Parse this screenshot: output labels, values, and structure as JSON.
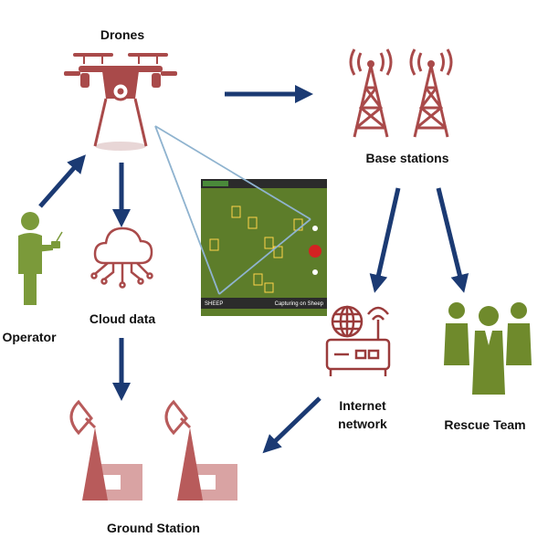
{
  "colors": {
    "drone": "#a94a4a",
    "tower": "#a94a4a",
    "ground": "#b85b5b",
    "ground_light": "#d9a3a3",
    "router": "#9a3b3b",
    "people": "#6f8a2c",
    "operator": "#7b9a3a",
    "arrow": "#1b3a73",
    "triangle": "#8fb3cf",
    "field": "#5d7d2a"
  },
  "icons": [
    "drone-icon",
    "antenna-tower-icon",
    "cloud-network-icon",
    "person-icon",
    "globe-router-icon",
    "satellite-dish-icon",
    "people-group-icon"
  ],
  "labels": {
    "drones": "Drones",
    "base_stations": "Base stations",
    "operator": "Operator",
    "cloud_data": "Cloud data",
    "internet_line1": "Internet",
    "internet_line2": "network",
    "rescue_team": "Rescue Team",
    "ground_station": "Ground Station"
  },
  "feed": {
    "bottom_left": "SHEEP",
    "bottom_right": "Capturing on Sheep"
  }
}
